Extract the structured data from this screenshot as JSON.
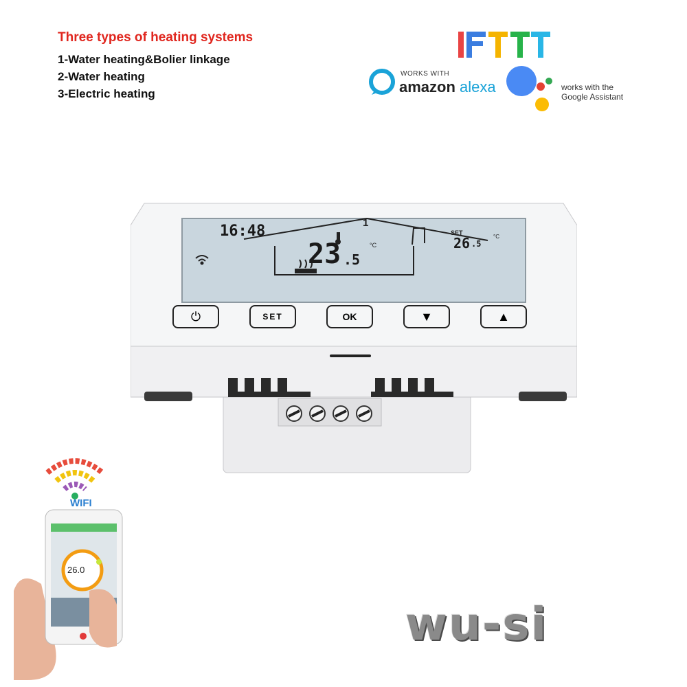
{
  "heading": "Three types of heating systems",
  "systems": [
    "1-Water heating&Bolier linkage",
    "2-Water heating",
    "3-Electric heating"
  ],
  "logos": {
    "ifttt": "IFTTT",
    "alexa_works": "WORKS WITH",
    "alexa_amazon": "amazon",
    "alexa_alexa": "alexa",
    "google_line1": "works with the",
    "google_line2": "Google Assistant"
  },
  "thermostat": {
    "time": "16:48",
    "day": "1",
    "room_temp": "23",
    "room_temp_dec": ".5",
    "unit": "°C",
    "set_label": "SET",
    "set_temp": "26",
    "set_temp_dec": ".5",
    "buttons": {
      "power": "⏻",
      "set": "SET",
      "ok": "OK",
      "down": "▼",
      "up": "▲"
    }
  },
  "phone": {
    "wifi_label": "WIFI",
    "app_temp": "26.0"
  },
  "brand": "wu-si",
  "colors": {
    "heading": "#e0261e",
    "lcd": "#c9d6de",
    "body": "#f1f2f3",
    "alexa_blue": "#1aa3d8"
  }
}
